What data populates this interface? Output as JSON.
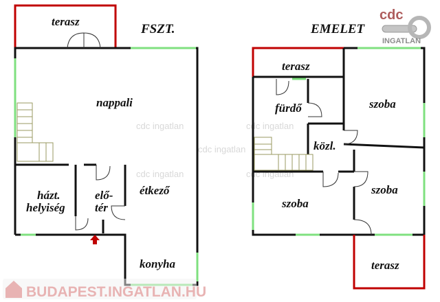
{
  "ground_floor": {
    "title": "FSZT.",
    "rooms": {
      "terrace": "terasz",
      "living": "nappali",
      "utility_1": "házt.",
      "utility_2": "helyiség",
      "hall_1": "elő-",
      "hall_2": "tér",
      "dining": "étkező",
      "kitchen": "konyha"
    }
  },
  "upper_floor": {
    "title": "EMELET",
    "rooms": {
      "terrace_top": "terasz",
      "bathroom": "fürdő",
      "corridor": "közl.",
      "room_top_right": "szoba",
      "room_mid_right": "szoba",
      "room_bottom_left": "szoba",
      "terrace_bottom": "terasz"
    }
  },
  "watermarks": {
    "text": "cdc ingatlan",
    "logo_top": "cdc",
    "logo_sub": "INGATLAN",
    "logo_bottom": "BUDAPEST.INGATLAN.HU"
  },
  "colors": {
    "wall": "#111111",
    "terrace_outline": "#c00000",
    "window": "#7fe07f",
    "entrance_arrow": "#c00000"
  }
}
